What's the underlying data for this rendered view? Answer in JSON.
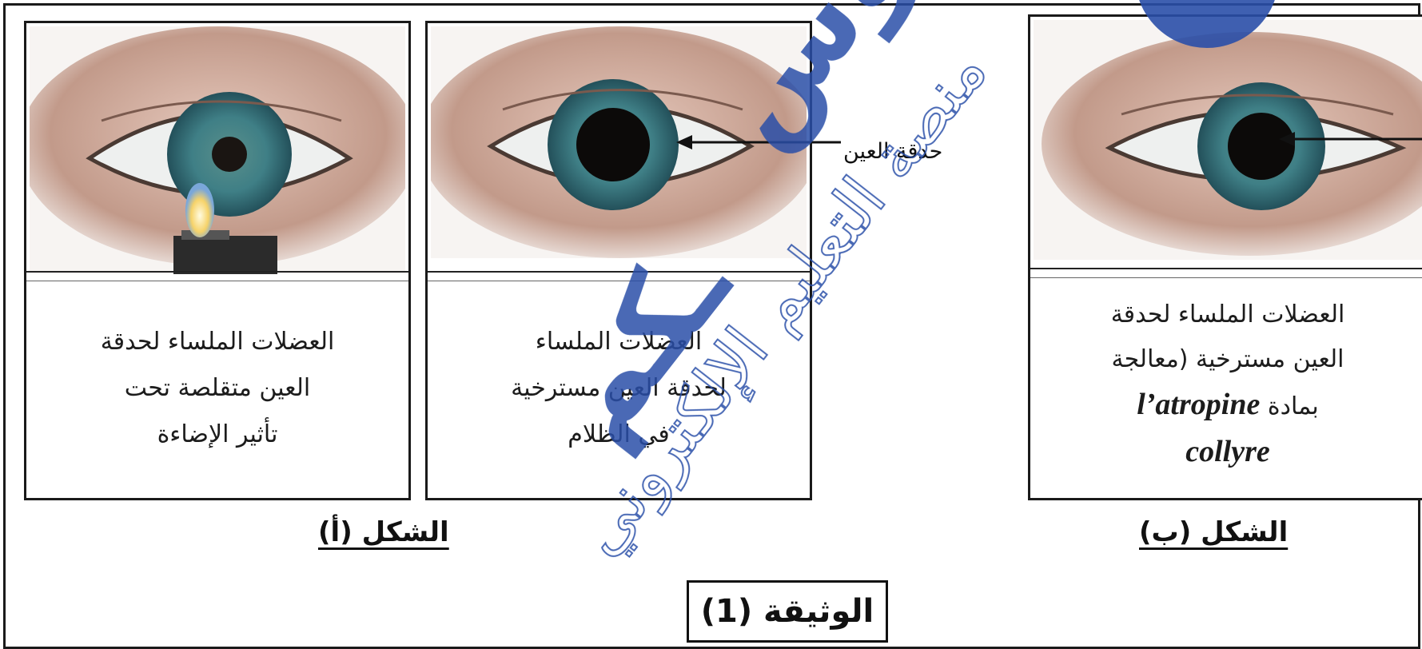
{
  "figure_a": {
    "label": "الشكل (أ)",
    "light": {
      "caption_lines": [
        "العضلات الملساء لحدقة",
        "العين متقلصة تحت",
        "تأثير الإضاءة"
      ]
    },
    "dark": {
      "caption_lines": [
        "العضلات الملساء",
        "لحدقة العين مسترخية",
        "في الظلام"
      ]
    }
  },
  "figure_b": {
    "label": "الشكل (ب)",
    "caption_lines": [
      "العضلات الملساء لحدقة",
      "العين مسترخية (معالجة",
      "بمادة"
    ],
    "caption_latin_1": "l’atropine",
    "caption_latin_2": "collyre"
  },
  "pupil_label": "حدقة العين",
  "document_label": "الوثيقة (1)",
  "watermark": {
    "brand": "دروس",
    "brand_bottom": "ـكم",
    "tagline": "منصة التعليم الإلكتروني"
  },
  "colors": {
    "iris": "#3f7f86",
    "skin": "#b5897a",
    "border": "#1a1a1a",
    "watermark": "#2a4fa8"
  }
}
